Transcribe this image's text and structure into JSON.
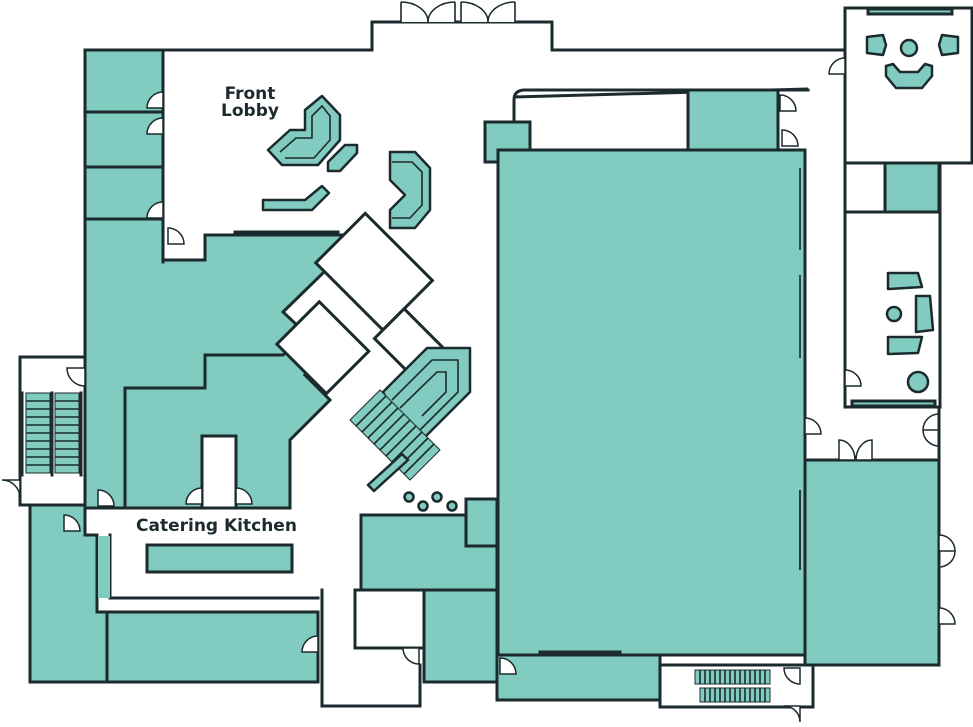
{
  "floorplan": {
    "labels": {
      "front_lobby_line1": "Front",
      "front_lobby_line2": "Lobby",
      "catering_kitchen": "Catering Kitchen"
    },
    "colors": {
      "room_fill": "#82cbc1",
      "wall": "#1b2a2d",
      "corridor": "#ffffff"
    },
    "areas": [
      {
        "id": "front-lobby",
        "name": "Front Lobby",
        "furniture": [
          "curved-bench",
          "angled-bench",
          "bench",
          "curved-bench-right"
        ]
      },
      {
        "id": "catering-kitchen",
        "name": "Catering Kitchen",
        "furniture": [
          "counter"
        ]
      },
      {
        "id": "ballroom",
        "name": ""
      },
      {
        "id": "lounge-ne",
        "name": "",
        "furniture": [
          "armchair",
          "armchair",
          "round-table",
          "curved-sofa",
          "console"
        ]
      },
      {
        "id": "lounge-east",
        "name": "",
        "furniture": [
          "armchair",
          "armchair",
          "sofa",
          "side-table",
          "round-table",
          "console"
        ]
      },
      {
        "id": "east-hall",
        "name": ""
      },
      {
        "id": "west-offices",
        "name": ""
      },
      {
        "id": "stair-west",
        "name": ""
      },
      {
        "id": "stair-south",
        "name": ""
      },
      {
        "id": "auditorium-steps",
        "name": ""
      }
    ]
  }
}
